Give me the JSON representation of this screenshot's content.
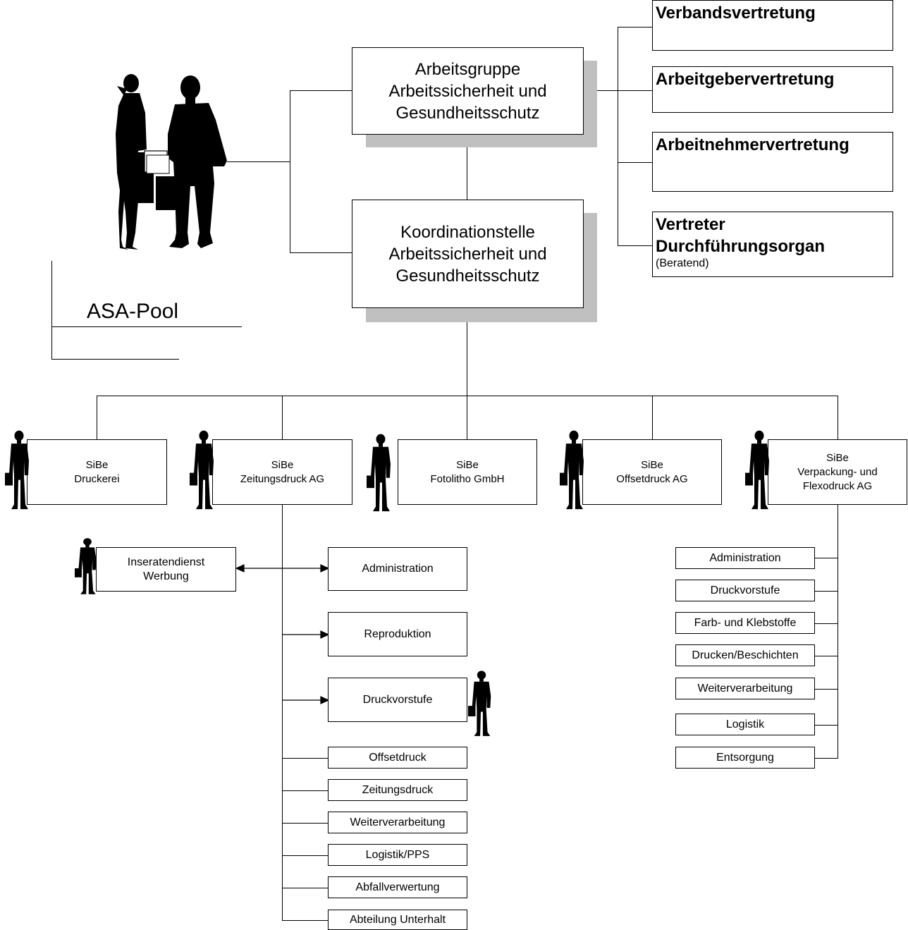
{
  "top": {
    "working_group": [
      "Arbeitsgruppe",
      "Arbeitssicherheit und",
      "Gesundheitsschutz"
    ],
    "coordination": [
      "Koordinationstelle",
      "Arbeitssicherheit und",
      "Gesundheitsschutz"
    ],
    "pool_label": "ASA-Pool"
  },
  "representatives": {
    "r1": "Verbandsvertretung",
    "r2": "Arbeitgebervertretung",
    "r3": "Arbeitnehmervertretung",
    "r4_line1": "Vertreter",
    "r4_line2": "Durchführungsorgan",
    "r4_note": "(Beratend)"
  },
  "sibe": [
    [
      "SiBe",
      "Druckerei"
    ],
    [
      "SiBe",
      "Zeitungsdruck AG"
    ],
    [
      "SiBe",
      "Fotolitho GmbH"
    ],
    [
      "SiBe",
      "Offsetdruck AG"
    ],
    [
      "SiBe",
      "Verpackung- und",
      "Flexodruck AG"
    ]
  ],
  "zeitungsdruck": {
    "inserat": [
      "Inseratendienst",
      "Werbung"
    ],
    "administration": "Administration",
    "reproduktion": "Reproduktion",
    "druckvorstufe": "Druckvorstufe",
    "small": [
      "Offsetdruck",
      "Zeitungsdruck",
      "Weiterverarbeitung",
      "Logistik/PPS",
      "Abfallverwertung",
      "Abteilung Unterhalt"
    ]
  },
  "flexodruck": {
    "depts": [
      "Administration",
      "Druckvorstufe",
      "Farb- und Klebstoffe",
      "Drucken/Beschichten",
      "Weiterverarbeitung",
      "Logistik",
      "Entsorgung"
    ]
  }
}
